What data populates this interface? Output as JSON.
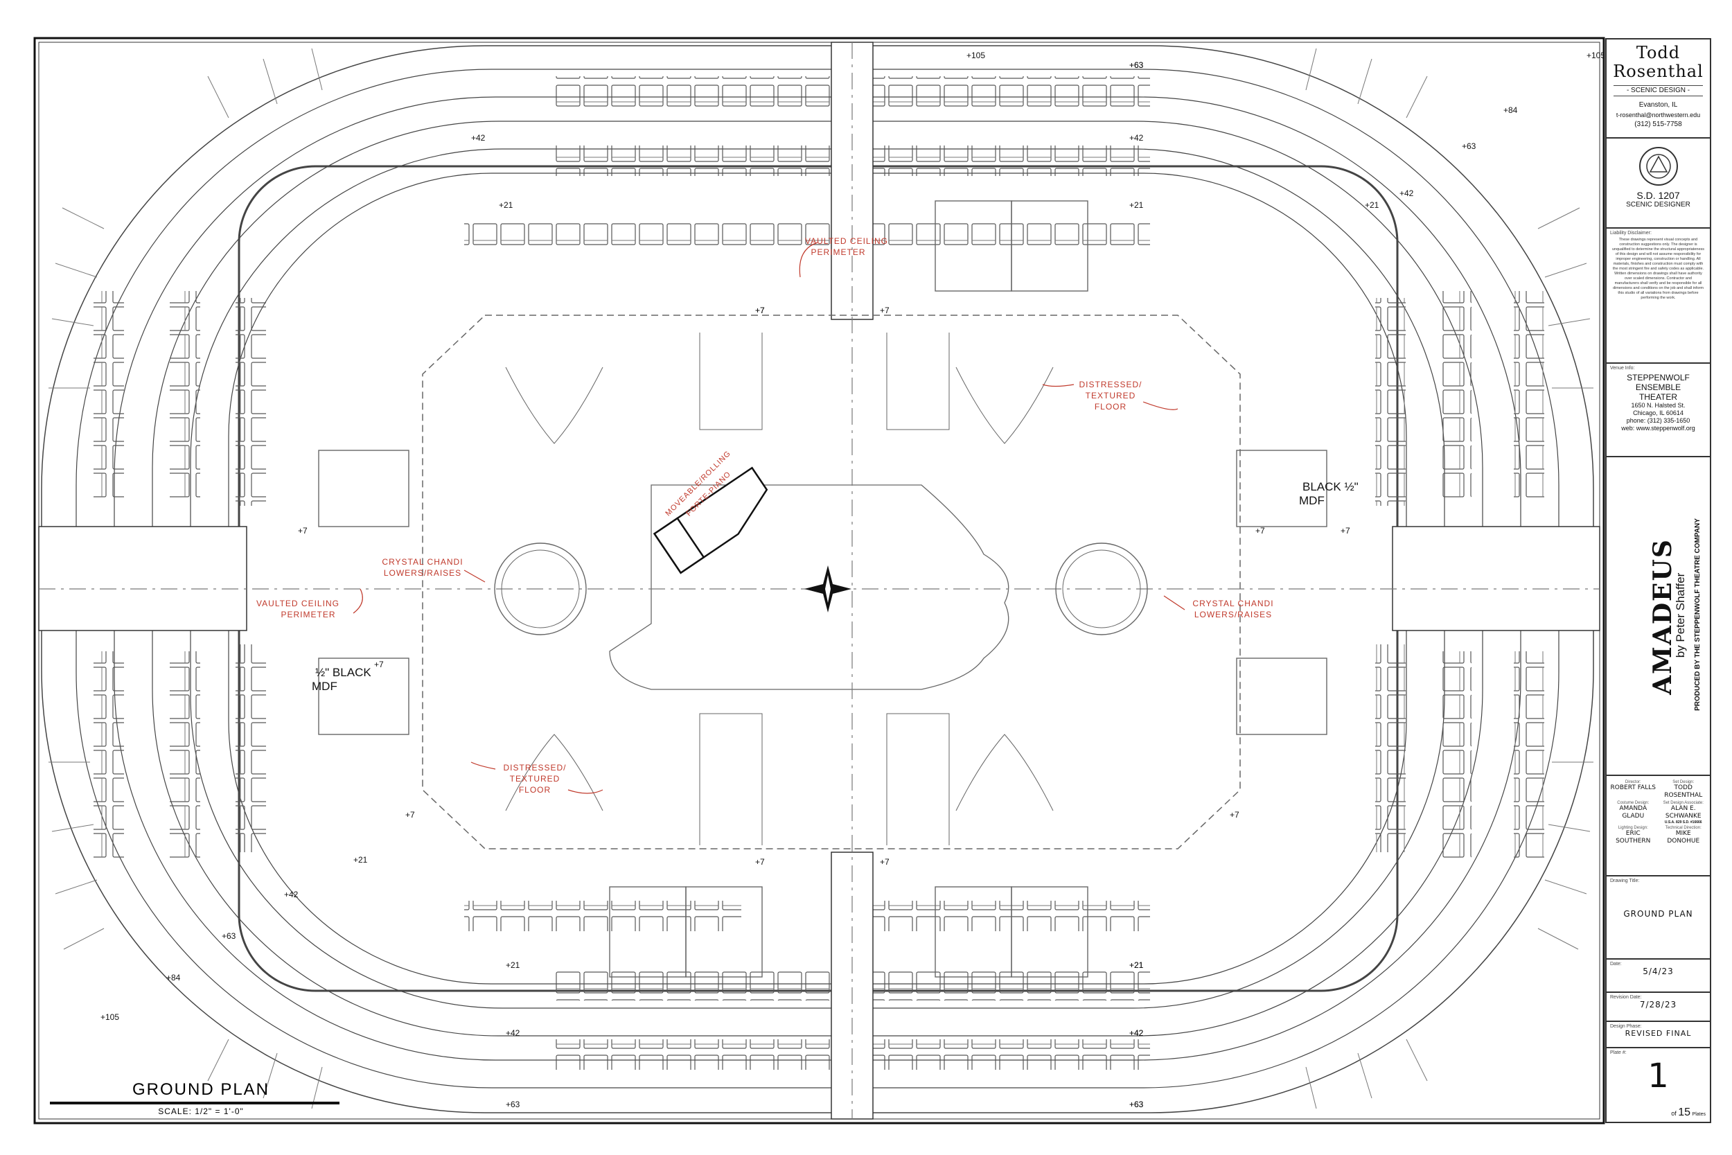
{
  "designer": {
    "name_line1": "Todd",
    "name_line2": "Rosenthal",
    "role": "- SCENIC DESIGN -",
    "city": "Evanston, IL",
    "email": "t-rosenthal@northwestern.edu",
    "phone": "(312) 515-7758",
    "union": "S.D. 1207",
    "union_role": "SCENIC DESIGNER"
  },
  "liability": {
    "heading": "Liability Disclaimer:",
    "text": "These drawings represent visual concepts and construction suggestions only. The designer is unqualified to determine the structural appropriateness of this design and will not assume responsibility for improper engineering, construction or handling. All materials, finishes and construction must comply with the most stringent fire and safety codes as applicable. Written dimensions on drawings shall have authority over scaled dimensions. Contractor and manufacturers shall verify and be responsible for all dimensions and conditions on the job and shall inform this studio of all variations from drawings before performing the work."
  },
  "venue": {
    "heading": "Venue Info:",
    "name_line1": "STEPPENWOLF",
    "name_line2": "ENSEMBLE",
    "name_line3": "THEATER",
    "address": "1650 N. Halsted St.",
    "city": "Chicago, IL 60614",
    "phone": "phone: (312) 335-1650",
    "web": "web: www.steppenwolf.org"
  },
  "production": {
    "title": "AMADEUS",
    "author": "by Peter Shaffer",
    "producer": "PRODUCED BY THE STEPPENWOLF THEATRE COMPANY"
  },
  "credits": [
    {
      "role": "Director:",
      "name": "ROBERT FALLS"
    },
    {
      "role": "Set Design:",
      "name": "TODD ROSENTHAL"
    },
    {
      "role": "Costume Design:",
      "name": "AMANDA GLADU"
    },
    {
      "role": "Set Design Associate:",
      "name": "ALAN E. SCHWANKE",
      "note": "U.S.A. 829 S.D. #16666"
    },
    {
      "role": "Lighting Design:",
      "name": "ERIC SOUTHERN"
    },
    {
      "role": "Technical Direction:",
      "name": "MIKE DONOHUE"
    }
  ],
  "drawing": {
    "title_label": "Drawing Title:",
    "title": "GROUND PLAN",
    "date_label": "Date:",
    "date": "5/4/23",
    "revision_label": "Revision Date:",
    "revision": "7/28/23",
    "phase_label": "Design Phase:",
    "phase": "REVISED FINAL",
    "plate_label": "Plate #:",
    "plate": "1",
    "of_label": "of",
    "of_total": "15",
    "plates_label": "Plates"
  },
  "plan": {
    "title": "GROUND PLAN",
    "scale": "SCALE: 1/2\" = 1'-0\"",
    "notes": {
      "vaulted_top_1": "VAULTED CEILING",
      "vaulted_top_2": "PERIMETER",
      "vaulted_left_1": "VAULTED CEILING",
      "vaulted_left_2": "PERIMETER",
      "chandi_left_1": "CRYSTAL CHANDI",
      "chandi_left_2": "LOWERS/RAISES",
      "chandi_right_1": "CRYSTAL CHANDI",
      "chandi_right_2": "LOWERS/RAISES",
      "floor_right_1": "DISTRESSED/",
      "floor_right_2": "TEXTURED",
      "floor_right_3": "FLOOR",
      "floor_left_1": "DISTRESSED/",
      "floor_left_2": "TEXTURED",
      "floor_left_3": "FLOOR",
      "piano_1": "MOVEABLE/ROLLING",
      "piano_2": "FORTE-PIANO",
      "mdf_right_1": "BLACK ½\"",
      "mdf_right_2": "MDF",
      "mdf_left_1": "½\" BLACK",
      "mdf_left_2": "MDF"
    },
    "elevations": [
      "+105",
      "+63",
      "+42",
      "+21",
      "+7",
      "+7",
      "+63",
      "+42",
      "+21",
      "+105",
      "+84",
      "+63",
      "+42",
      "+21",
      "+7",
      "+7",
      "+7",
      "+7",
      "+7",
      "+7",
      "+21",
      "+42",
      "+63",
      "+84",
      "+105",
      "+21",
      "+42",
      "+63",
      "+7",
      "+7",
      "+7",
      "+21",
      "+21",
      "+42",
      "+42",
      "+63",
      "+63"
    ]
  },
  "colors": {
    "ink": "#222222",
    "redline": "#c0392b",
    "sheet": "#ffffff"
  }
}
